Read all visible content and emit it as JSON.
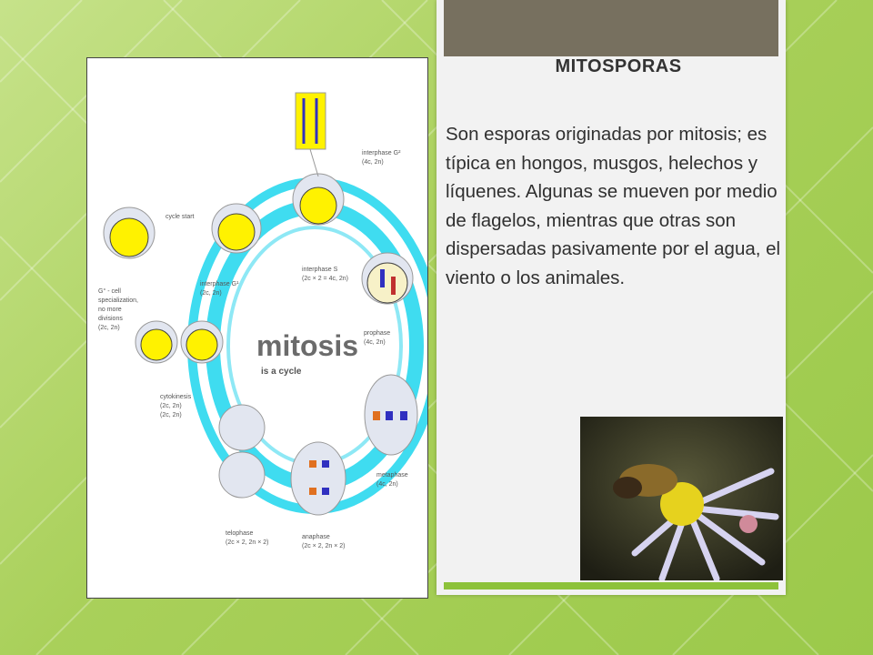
{
  "slide": {
    "title": "MITOSPORAS",
    "paragraph": "Son esporas originadas por mitosis; es típica en hongos, musgos, helechos y líquenes. Algunas se mueven por medio de flagelos, mientras que otras son dispersadas pasivamente por el agua, el viento o los animales."
  },
  "diagram": {
    "center_title": "mitosis",
    "center_subtitle": "is a cycle",
    "labels": {
      "cycle_start": "cycle start",
      "g0_a": "G° - cell",
      "g0_b": "specialization,",
      "g0_c": "no more",
      "g0_d": "divisions",
      "g0_e": "(2c, 2n)",
      "g1_a": "interphase G¹",
      "g1_b": "(2c, 2n)",
      "s_a": "interphase S",
      "s_b": "(2c × 2 = 4c, 2n)",
      "g2_a": "interphase G²",
      "g2_b": "(4c, 2n)",
      "pro_a": "prophase",
      "pro_b": "(4c, 2n)",
      "meta_a": "metaphase",
      "meta_b": "(4c, 2n)",
      "ana_a": "anaphase",
      "ana_b": "(2c × 2, 2n × 2)",
      "telo_a": "telophase",
      "telo_b": "(2c × 2, 2n × 2)",
      "cyto_a": "cytokinesis",
      "cyto_b": "(2c, 2n)",
      "cyto_c": "(2c, 2n)"
    }
  },
  "colors": {
    "ring": "#3fdcf0",
    "cell_fill": "#e2e6f0",
    "nucleus": "#fff200",
    "accent_green": "#8dc23a",
    "panel_top": "#77705f"
  },
  "photo": {
    "subject": "bee-on-flower"
  }
}
